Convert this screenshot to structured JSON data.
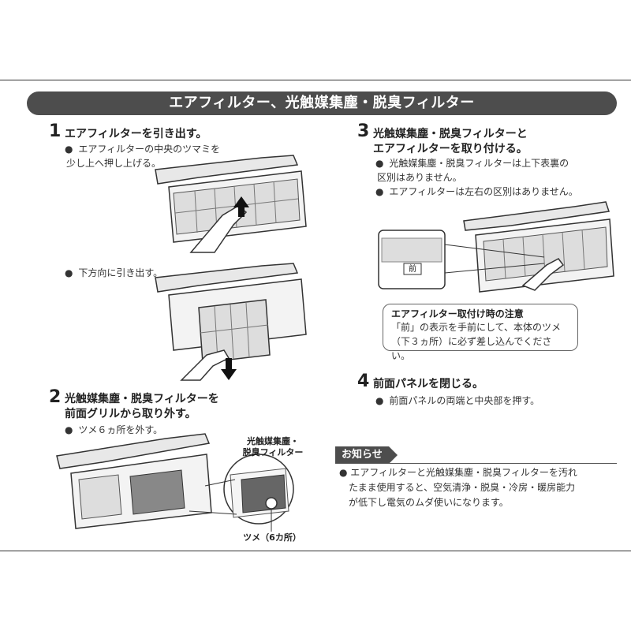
{
  "title": "エアフィルター、光触媒集塵・脱臭フィルター",
  "steps": [
    {
      "number": "1",
      "title": "エアフィルターを引き出す。",
      "bullets": [
        [
          "エアフィルターの中央のツマミを",
          "少し上へ押し上げる。"
        ],
        [
          "下方向に引き出す。"
        ]
      ]
    },
    {
      "number": "2",
      "title_lines": [
        "光触媒集塵・脱臭フィルターを",
        "前面グリルから取り外す。"
      ],
      "bullets": [
        [
          "ツメ６ヵ所を外す。"
        ]
      ],
      "callout_label_lines": [
        "光触媒集塵・",
        "脱臭フィルター"
      ],
      "tab_label": "ツメ（6カ所）"
    },
    {
      "number": "3",
      "title_lines": [
        "光触媒集塵・脱臭フィルターと",
        "エアフィルターを取り付ける。"
      ],
      "bullets": [
        [
          "光触媒集塵・脱臭フィルターは上下表裏の",
          "区別はありません。"
        ],
        [
          "エアフィルターは左右の区別はありません。"
        ]
      ],
      "front_label": "前",
      "caution_title": "エアフィルター取付け時の注意",
      "caution_lines": [
        "「前」の表示を手前にして、本体のツメ",
        "（下３ヵ所）に必ず差し込んでください。"
      ]
    },
    {
      "number": "4",
      "title": "前面パネルを閉じる。",
      "bullets": [
        [
          "前面パネルの両端と中央部を押す。"
        ]
      ]
    }
  ],
  "notice": {
    "tag": "お知らせ",
    "lines": [
      "エアフィルターと光触媒集塵・脱臭フィルターを汚れ",
      "たまま使用すると、空気清浄・脱臭・冷房・暖房能力",
      "が低下し電気のムダ使いになります。"
    ]
  },
  "icons": [
    "arrow-up-icon",
    "arrow-down-icon",
    "hand-icon"
  ]
}
